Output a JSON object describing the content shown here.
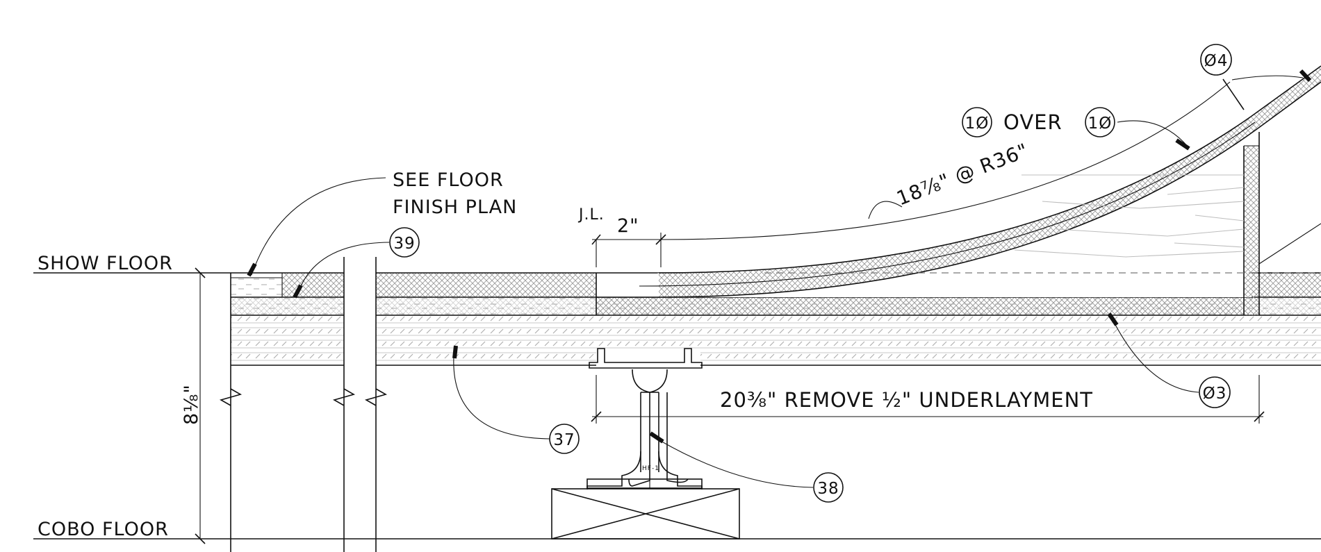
{
  "labels": {
    "show_floor": "SHOW FLOOR",
    "cobo_floor": "COBO FLOOR",
    "see_floor_line1": "SEE FLOOR",
    "see_floor_line2": "FINISH PLAN",
    "jl": "J.L.",
    "dim_2": "2\"",
    "radius_note": "18⅞\" @ R36\"",
    "over": "OVER",
    "remove_note": "20⅜\" REMOVE ½\" UNDERLAYMENT",
    "height_dim": "8⅛\"",
    "pedestal_tag": "HF-1"
  },
  "callouts": {
    "c39": "39",
    "c37": "37",
    "c38": "38",
    "c03": "Ø3",
    "c04": "Ø4",
    "c10a": "1Ø",
    "c10b": "1Ø"
  }
}
